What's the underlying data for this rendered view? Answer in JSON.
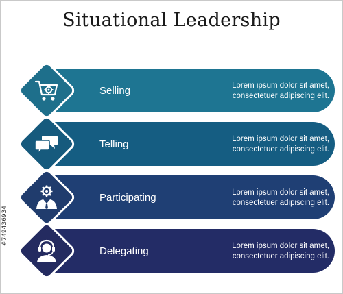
{
  "title": "Situational Leadership",
  "watermark_id": "#749436934",
  "steps": [
    {
      "label": "Selling",
      "desc1": "Lorem ipsum dolor sit amet,",
      "desc2": "consectetuer adipiscing elit.",
      "bar_color": "#1e7592",
      "diamond_color": "#1e6f8b",
      "icon": "shopping-cart-gear-icon"
    },
    {
      "label": "Telling",
      "desc1": "Lorem ipsum dolor sit amet,",
      "desc2": "consectetuer adipiscing elit.",
      "bar_color": "#155d82",
      "diamond_color": "#165a7d",
      "icon": "speech-bubbles-icon"
    },
    {
      "label": "Participating",
      "desc1": "Lorem ipsum dolor sit amet,",
      "desc2": "consectetuer adipiscing elit.",
      "bar_color": "#1f3f74",
      "diamond_color": "#203c6d",
      "icon": "person-gear-icon"
    },
    {
      "label": "Delegating",
      "desc1": "Lorem ipsum dolor sit amet,",
      "desc2": "consectetuer adipiscing elit.",
      "bar_color": "#232c66",
      "diamond_color": "#242b60",
      "icon": "headset-person-icon"
    }
  ]
}
